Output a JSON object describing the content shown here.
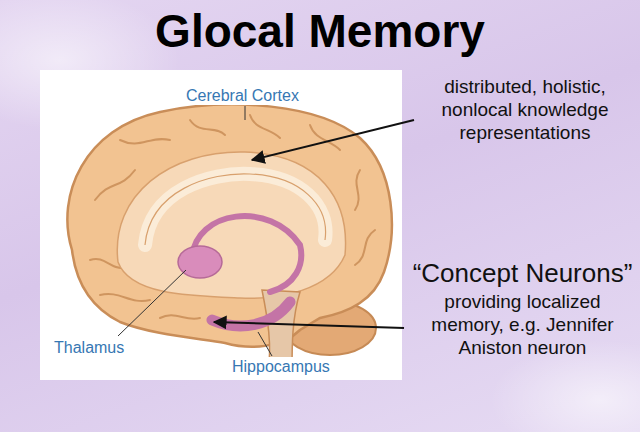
{
  "diagram": {
    "title": "Glocal Memory",
    "labels": [
      "Cerebral Cortex",
      "Thalamus",
      "Hippocampus",
      "distributed, holistic, nonlocal knowledge representations",
      "“Concept Neurons”",
      "providing localized memory, e.g. Jennifer Aniston neuron"
    ]
  }
}
